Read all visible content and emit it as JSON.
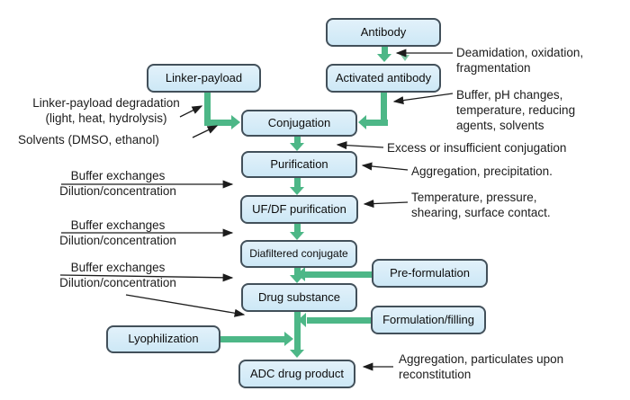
{
  "colors": {
    "box_fill_top": "#e2f1fa",
    "box_fill_bottom": "#cde8f6",
    "box_border": "#42505a",
    "arrow_green": "#4db787",
    "arrow_light": "#82cba7",
    "annotation": "#1c1c1c"
  },
  "nodes": {
    "antibody": "Antibody",
    "activated_antibody": "Activated antibody",
    "linker_payload": "Linker-payload",
    "conjugation": "Conjugation",
    "purification": "Purification",
    "ufdf_purification": "UF/DF purification",
    "diafiltered_conjugate": "Diafiltered conjugate",
    "drug_substance": "Drug substance",
    "pre_formulation": "Pre-formulation",
    "formulation_filling": "Formulation/filling",
    "lyophilization": "Lyophilization",
    "adc_drug_product": "ADC drug product"
  },
  "annotations": {
    "deamidation": "Deamidation, oxidation,\nfragmentation",
    "buffer_ph": "Buffer, pH changes,\ntemperature, reducing\nagents, solvents",
    "linker_degradation": "Linker-payload degradation\n(light, heat, hydrolysis)",
    "solvents": "Solvents (DMSO, ethanol)",
    "excess_conjugation": "Excess or insufficient conjugation",
    "aggregation_precipitation": "Aggregation, precipitation.",
    "temperature_pressure": "Temperature, pressure,\nshearing, surface contact.",
    "buffer_exchanges_1": "Buffer exchanges\nDilution/concentration",
    "buffer_exchanges_2": "Buffer exchanges\nDilution/concentration",
    "buffer_exchanges_3": "Buffer exchanges\nDilution/concentration",
    "aggregation_reconstitution": "Aggregation, particulates upon\nreconstitution"
  }
}
